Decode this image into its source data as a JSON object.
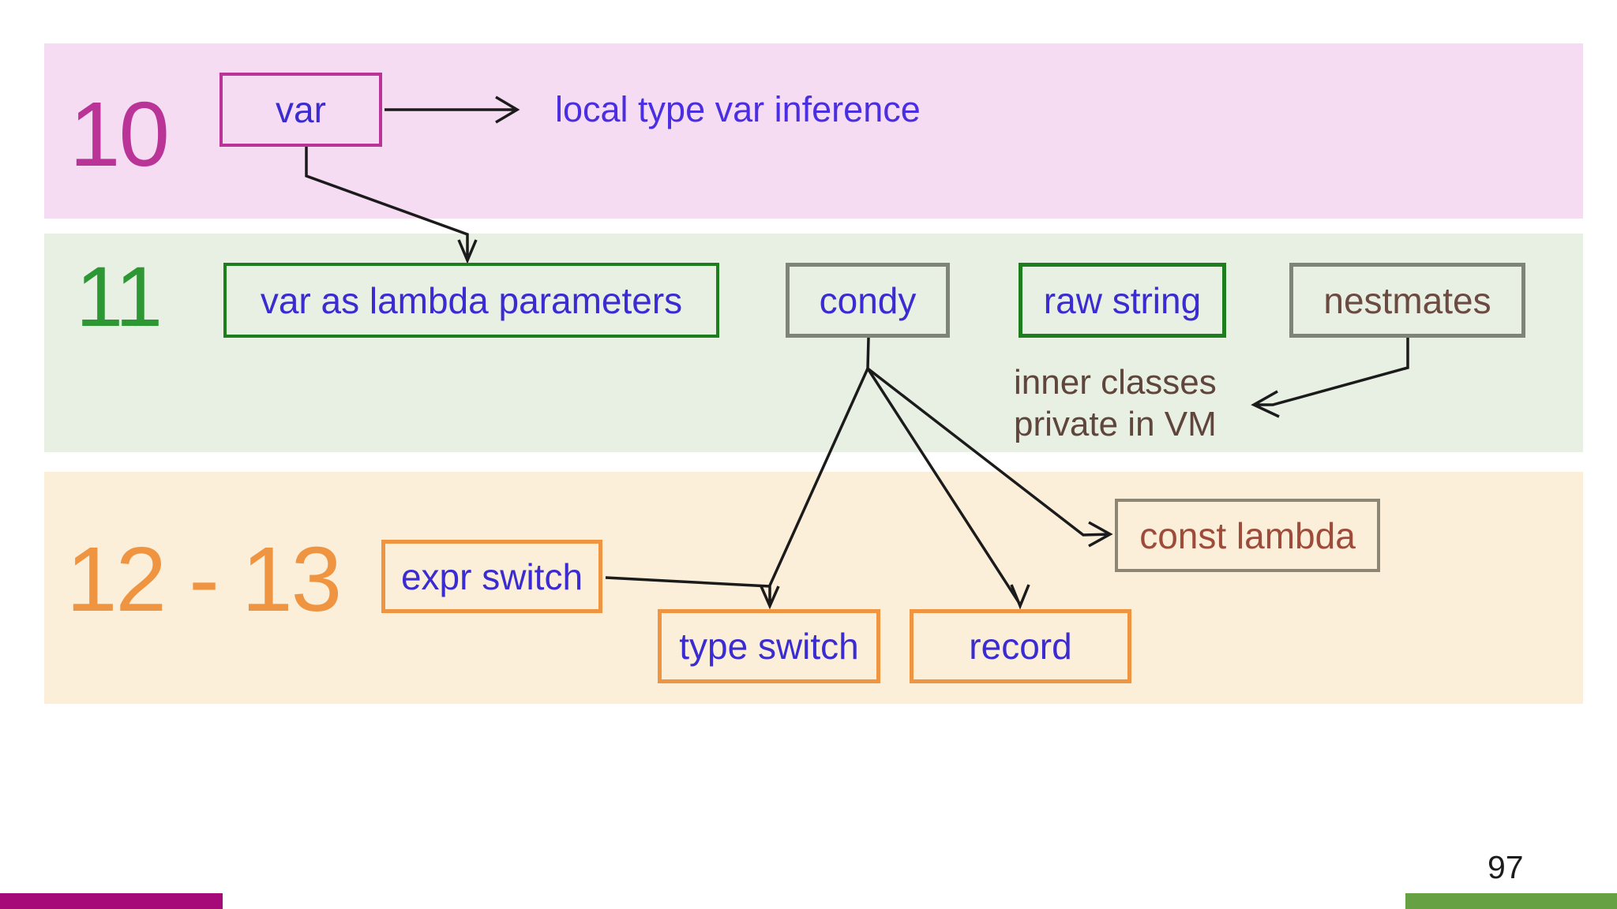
{
  "row_numbers": {
    "r10": "10",
    "r11": "11",
    "r1213": "12 - 13"
  },
  "nodes": {
    "var": {
      "label": "var"
    },
    "var_lambda": {
      "label": "var as lambda parameters"
    },
    "condy": {
      "label": "condy"
    },
    "raw_string": {
      "label": "raw string"
    },
    "nestmates": {
      "label": "nestmates"
    },
    "expr_switch": {
      "label": "expr switch"
    },
    "type_switch": {
      "label": "type switch"
    },
    "record": {
      "label": "record"
    },
    "const_lambda": {
      "label": "const lambda"
    }
  },
  "notes": {
    "inference": "local type var inference",
    "inner_classes_line1": "inner classes",
    "inner_classes_line2": "private in VM"
  },
  "footer": {
    "page_number": "97"
  },
  "edges": [
    {
      "from": "var",
      "to": "inference-note"
    },
    {
      "from": "var",
      "to": "var_lambda"
    },
    {
      "from": "condy",
      "to": "type_switch"
    },
    {
      "from": "condy",
      "to": "record"
    },
    {
      "from": "condy",
      "to": "const_lambda"
    },
    {
      "from": "expr_switch",
      "to": "type_switch"
    },
    {
      "from": "nestmates",
      "to": "inner-classes-note"
    }
  ],
  "colors": {
    "band_10": "#f6dcf2",
    "band_11": "#e8efe3",
    "band_12_13": "#fcefd9",
    "magenta": "#ba3397",
    "green_label": "#2c9733",
    "green_border": "#1e7e1e",
    "orange": "#ef9440",
    "blue_text": "#3b2cd1",
    "violet_text": "#4a2ee2",
    "brown_text": "#6b4a42",
    "rust_text": "#9d4b3a",
    "gray_border": "#7f8478",
    "footer_bar_left": "#a60a78",
    "footer_bar_right": "#66a243"
  }
}
